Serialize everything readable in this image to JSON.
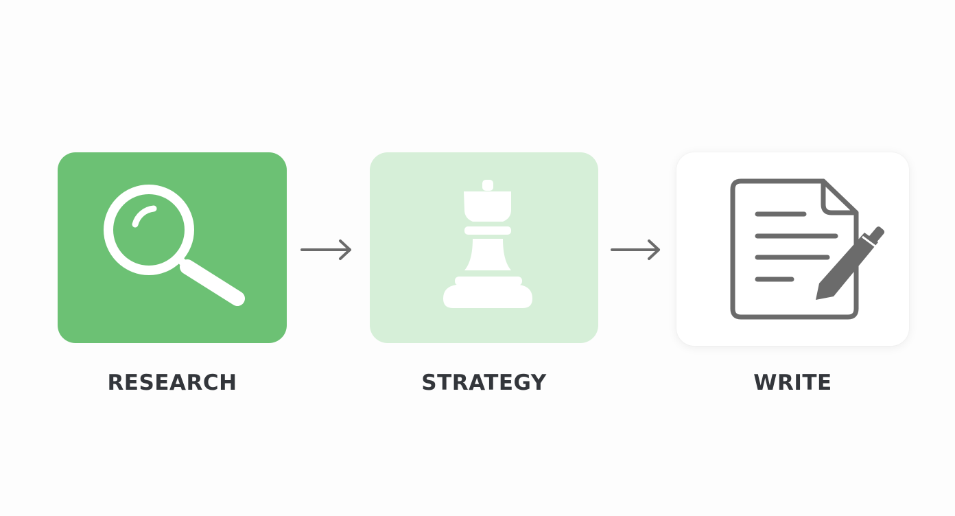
{
  "steps": [
    {
      "label": "RESEARCH",
      "icon": "magnifying-glass-icon",
      "card_color": "#6cc174",
      "icon_color": "#ffffff"
    },
    {
      "label": "STRATEGY",
      "icon": "chess-king-icon",
      "card_color": "#d6efd8",
      "icon_color": "#ffffff"
    },
    {
      "label": "WRITE",
      "icon": "document-pencil-icon",
      "card_color": "#ffffff",
      "icon_color": "#6b6b6b"
    }
  ],
  "connectors": [
    {
      "icon": "arrow-right-icon",
      "color": "#6b6b6b"
    },
    {
      "icon": "arrow-right-icon",
      "color": "#6b6b6b"
    }
  ],
  "colors": {
    "background": "#fdfdfd",
    "label_text": "#33363b"
  }
}
